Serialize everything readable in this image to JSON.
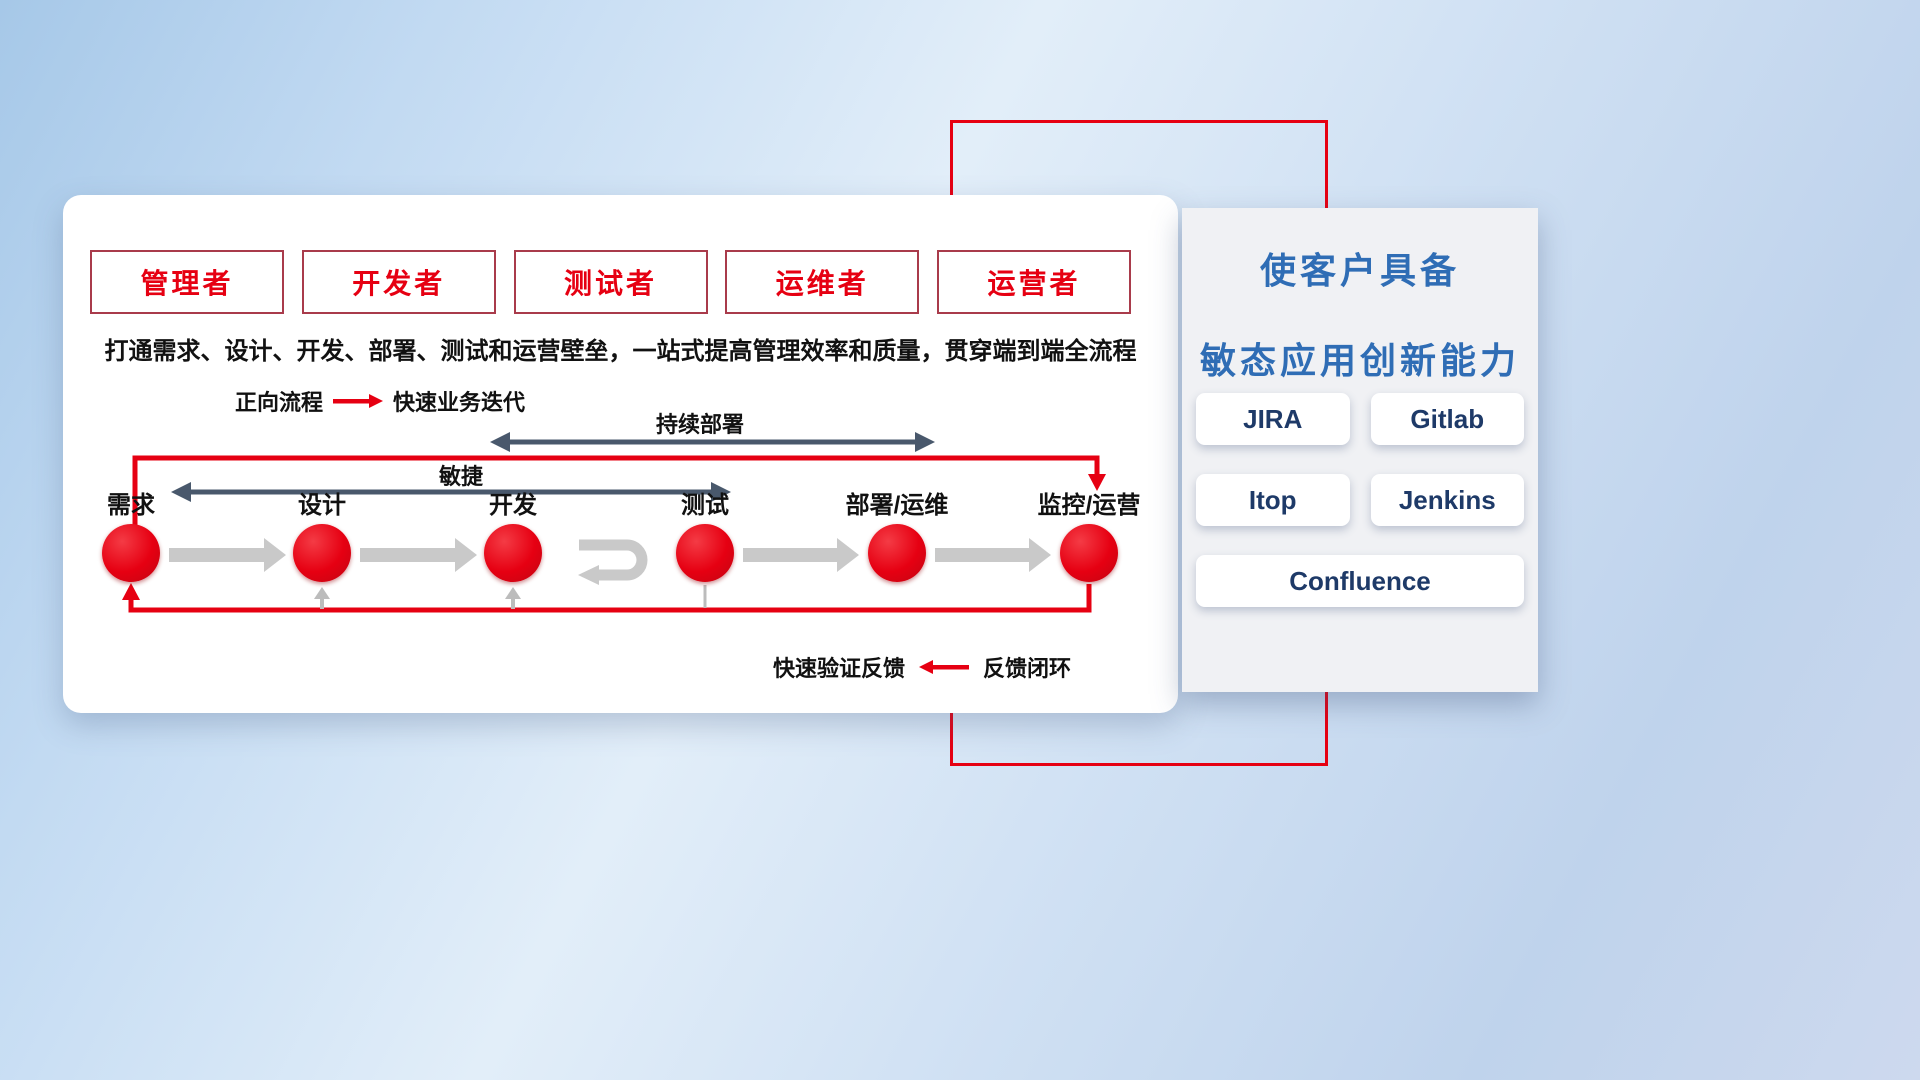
{
  "roles": [
    "管理者",
    "开发者",
    "测试者",
    "运维者",
    "运营者"
  ],
  "subtitle": "打通需求、设计、开发、部署、测试和运营壁垒，一站式提高管理效率和质量，贯穿端到端全流程",
  "legend_forward": {
    "label": "正向流程",
    "desc": "快速业务迭代"
  },
  "legend_feedback": {
    "label": "快速验证反馈",
    "desc": "反馈闭环"
  },
  "flow": {
    "stages": [
      "需求",
      "设计",
      "开发",
      "测试",
      "部署/运维",
      "监控/运营"
    ],
    "agile_label": "敏捷",
    "continuous_deploy_label": "持续部署"
  },
  "panel": {
    "title_line1": "使客户具备",
    "title_line2": "敏态应用创新能力",
    "tools": [
      "JIRA",
      "Gitlab",
      "Itop",
      "Jenkins",
      "Confluence"
    ]
  },
  "colors": {
    "accent_red": "#e60012",
    "title_blue": "#2f6db5",
    "tool_text_navy": "#1e3a68",
    "dark_arrow": "#49586c"
  }
}
